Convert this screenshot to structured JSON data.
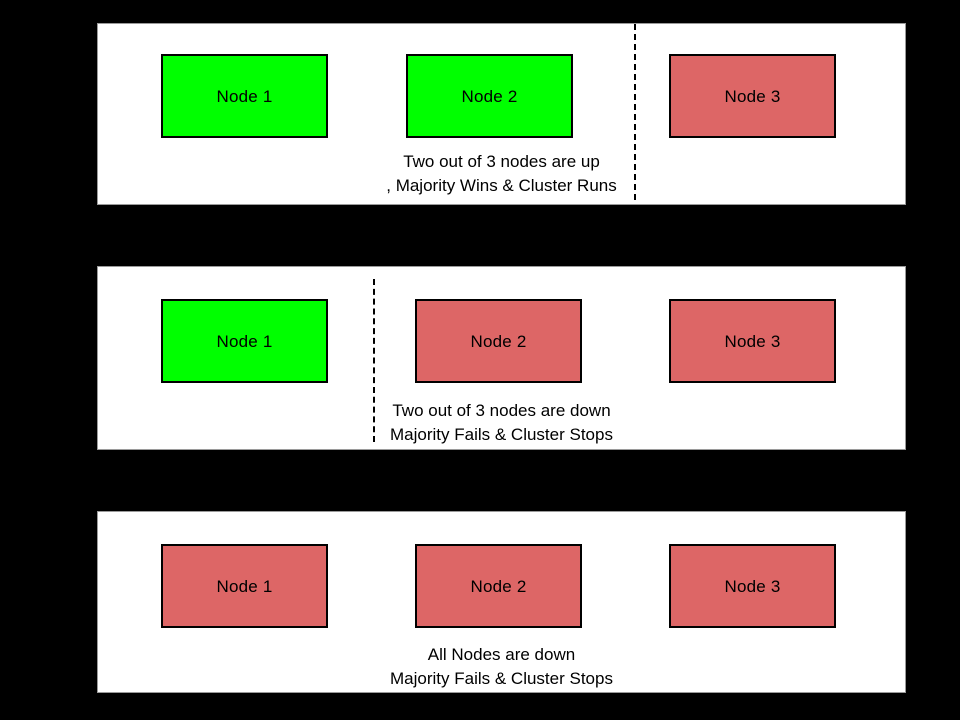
{
  "page": {
    "background_color": "#000000",
    "panel_background_color": "#ffffff",
    "panel_border_color": "#9a9a9a"
  },
  "colors": {
    "node_up": "#00ff00",
    "node_down": "#dd6666",
    "node_border": "#000000",
    "text": "#000000",
    "partition_line": "#000000"
  },
  "panels": [
    {
      "id": "scenario-one-node-down",
      "nodes": [
        {
          "label": "Node 1",
          "state": "up",
          "color": "#00ff00"
        },
        {
          "label": "Node 2",
          "state": "up",
          "color": "#00ff00"
        },
        {
          "label": "Node 3",
          "state": "down",
          "color": "#dd6666"
        }
      ],
      "partition": {
        "present": true,
        "position": "after-node-2"
      },
      "caption_line_1": "Two out of 3 nodes are up",
      "caption_line_2": ", Majority Wins & Cluster Runs"
    },
    {
      "id": "scenario-two-nodes-down",
      "nodes": [
        {
          "label": "Node 1",
          "state": "up",
          "color": "#00ff00"
        },
        {
          "label": "Node 2",
          "state": "down",
          "color": "#dd6666"
        },
        {
          "label": "Node 3",
          "state": "down",
          "color": "#dd6666"
        }
      ],
      "partition": {
        "present": true,
        "position": "after-node-1"
      },
      "caption_line_1": "Two out of 3 nodes are down",
      "caption_line_2": "Majority Fails & Cluster Stops"
    },
    {
      "id": "scenario-all-nodes-down",
      "nodes": [
        {
          "label": "Node 1",
          "state": "down",
          "color": "#dd6666"
        },
        {
          "label": "Node 2",
          "state": "down",
          "color": "#dd6666"
        },
        {
          "label": "Node 3",
          "state": "down",
          "color": "#dd6666"
        }
      ],
      "partition": {
        "present": false,
        "position": "none"
      },
      "caption_line_1": "All Nodes are down",
      "caption_line_2": "Majority Fails & Cluster Stops"
    }
  ]
}
